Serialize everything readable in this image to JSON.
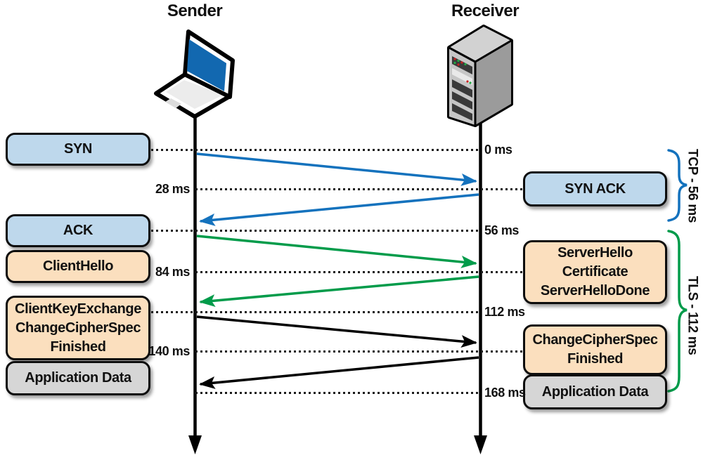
{
  "header": {
    "sender": "Sender",
    "receiver": "Receiver"
  },
  "messages": {
    "left": {
      "syn": "SYN",
      "ack": "ACK",
      "client_hello": "ClientHello",
      "cke_line1": "ClientKeyExchange",
      "cke_line2": "ChangeCipherSpec",
      "cke_line3": "Finished",
      "app_data": "Application Data"
    },
    "right": {
      "syn_ack": "SYN ACK",
      "sh_line1": "ServerHello",
      "sh_line2": "Certificate",
      "sh_line3": "ServerHelloDone",
      "ccs_line1": "ChangeCipherSpec",
      "ccs_line2": "Finished",
      "app_data": "Application Data"
    }
  },
  "timeline": {
    "t0": "0 ms",
    "t28": "28 ms",
    "t56": "56 ms",
    "t84": "84 ms",
    "t112": "112 ms",
    "t140": "140 ms",
    "t168": "168 ms"
  },
  "phases": {
    "tcp": "TCP - 56 ms",
    "tls": "TLS - 112 ms"
  },
  "colors": {
    "tcp_blue": "#1472bd",
    "tls_green": "#009b4a",
    "app_data_black": "#000000",
    "box_blue_fill": "#bed8ec",
    "box_peach_fill": "#fbdfbe",
    "box_gray_fill": "#d6d6d6"
  }
}
